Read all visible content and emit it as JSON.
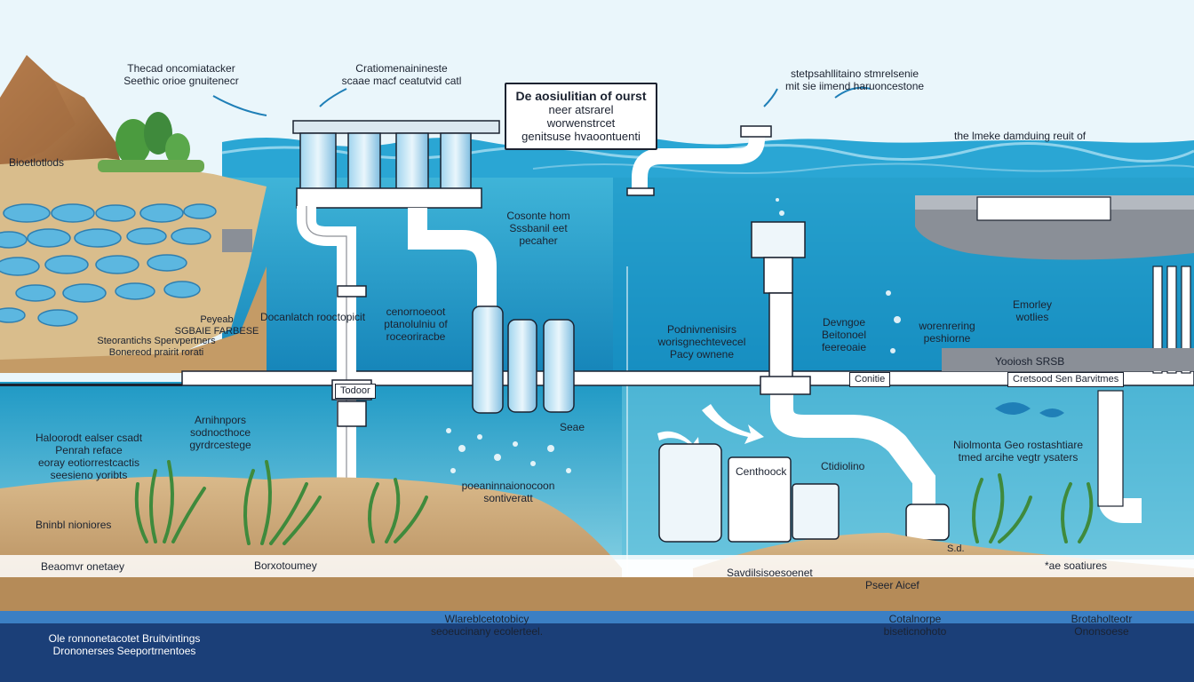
{
  "header": {
    "top_left": [
      "Thecad oncomiatacker",
      "Seethic orioe gnuitenecr"
    ],
    "top_center": [
      "Cratiomenainineste",
      "scaae macf ceatutvid catl"
    ],
    "callout": [
      "De aosiulitian of ourst",
      "neer atsrarel worwenstrcet",
      "genitsuse hvaoontuenti"
    ],
    "top_right": [
      "stetpsahllitaino stmrelsenie",
      "mit sie iimend haruoncestone"
    ],
    "right_tag": "the lmeke damduing reuit of"
  },
  "left": {
    "shore": "Bioetlotlods",
    "pond_note": [
      "Peyeab",
      "SGBAIE FARBESE"
    ],
    "pond_note2": [
      "Steorantichs Spervpertners",
      "Bonereod prairit rorati"
    ],
    "seagrass": [
      "Arnihnpors",
      "sodnocthoce",
      "gyrdrcestege"
    ],
    "habitat": [
      "Haloorodt ealser csadt",
      "Penrah reface",
      "eoray eotiorrestcactis",
      "seesieno yoribts"
    ],
    "benthic": "Bninbl nioniores"
  },
  "middle": {
    "dock_label": "Docanlatch rooctopicit",
    "filter_label": [
      "cenornoeoot",
      "ptanolulniu of",
      "roceoriracbe"
    ],
    "platform": [
      "Cosonte hom",
      "Sssbanil eet",
      "pecaher"
    ],
    "tank_tag": "Seae",
    "bubble_label": [
      "poeaninnaionocoon",
      "sontiveratt"
    ],
    "valve_label": "Todoor",
    "pipe_label": "Borxotoumey"
  },
  "right": {
    "outfall": [
      "Podnivnenisirs",
      "worisgnechtevecel",
      "Pacy ownene"
    ],
    "diffuser": [
      "Devngoe",
      "Beitonoel",
      "feereoaie"
    ],
    "monitor": [
      "worenrering",
      "peshiorne"
    ],
    "energy": [
      "Emorley",
      "wotlies"
    ],
    "connection": "Conitie",
    "ocean_tank": "Cretsood Sen Barvitmes",
    "platform_tag": "Yooiosh SRSB",
    "can_label": "Centhoock",
    "seawater": [
      "Niolmonta Geo rostashtiare",
      "tmed arcihe vegtr ysaters"
    ],
    "anemone": "Ctidiolino",
    "sediment": "Savdilsisoesoenet",
    "river_note": "Pseer Aicef",
    "ae_stations": "*ae soatiures",
    "cam_tag": "S.d."
  },
  "bottom": {
    "left_base": "Beaomvr onetaey",
    "caption_left": [
      "Ole ronnonetacotet Bruitvintings",
      "Drononerses Seeportrnentoes"
    ],
    "caption_center": [
      "Wlareblcetotobicy",
      "seoeucinany ecolerteel."
    ],
    "caption_right": [
      "Cotalnorpe",
      "biseticnohoto"
    ],
    "caption_far_right": [
      "Brotaholteotr",
      "Ononsoese"
    ]
  },
  "palette": {
    "sky": "#eaf6fb",
    "ocean": "#1e9cc9",
    "deep": "#0f6f9e",
    "sand": "#c4a06e",
    "seabed": "#b58b58",
    "navy": "#1b3f78",
    "pipe": "#ffffff",
    "plant": "#3f8a3c"
  },
  "icons": [
    "mountain-icon",
    "tree-icon",
    "fish-pond-icon",
    "seagrass-icon",
    "tank-icon",
    "pipe-icon",
    "valve-icon",
    "bubble-icon",
    "arrow-icon",
    "fish-icon",
    "pump-icon"
  ]
}
